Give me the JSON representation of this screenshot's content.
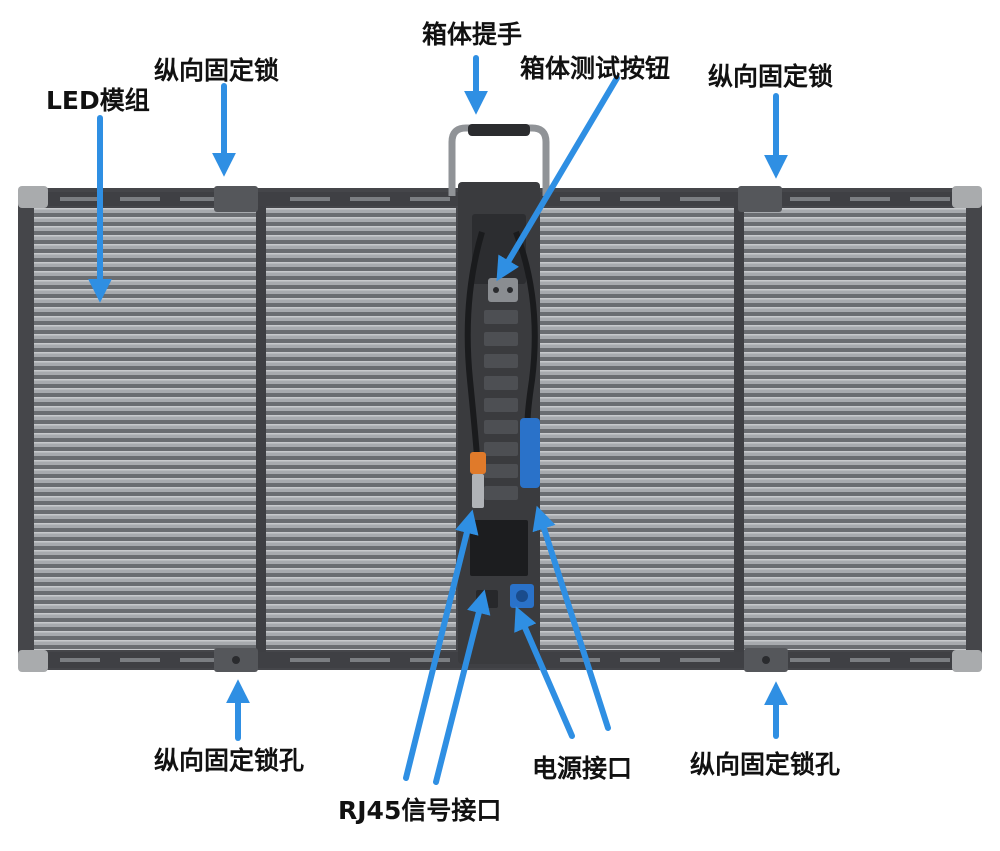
{
  "labels": {
    "handle": "箱体提手",
    "test_button": "箱体测试按钮",
    "lock_top_left": "纵向固定锁",
    "lock_top_right": "纵向固定锁",
    "led_module": "LED模组",
    "lock_hole_left": "纵向固定锁孔",
    "lock_hole_right": "纵向固定锁孔",
    "power_port": "电源接口",
    "rj45_port": "RJ45信号接口"
  },
  "colors": {
    "arrow": "#2f8fe3",
    "frame": "#4a4b4e",
    "grille": "#9a9da1",
    "grille_dark": "#5b5e62",
    "background": "#ffffff",
    "label_text": "#111111",
    "power_connector": "#2a72c9",
    "rj45_connector": "#e07a2a"
  },
  "icons": {
    "arrows": "arrow-icon",
    "handle": "handle-icon"
  }
}
